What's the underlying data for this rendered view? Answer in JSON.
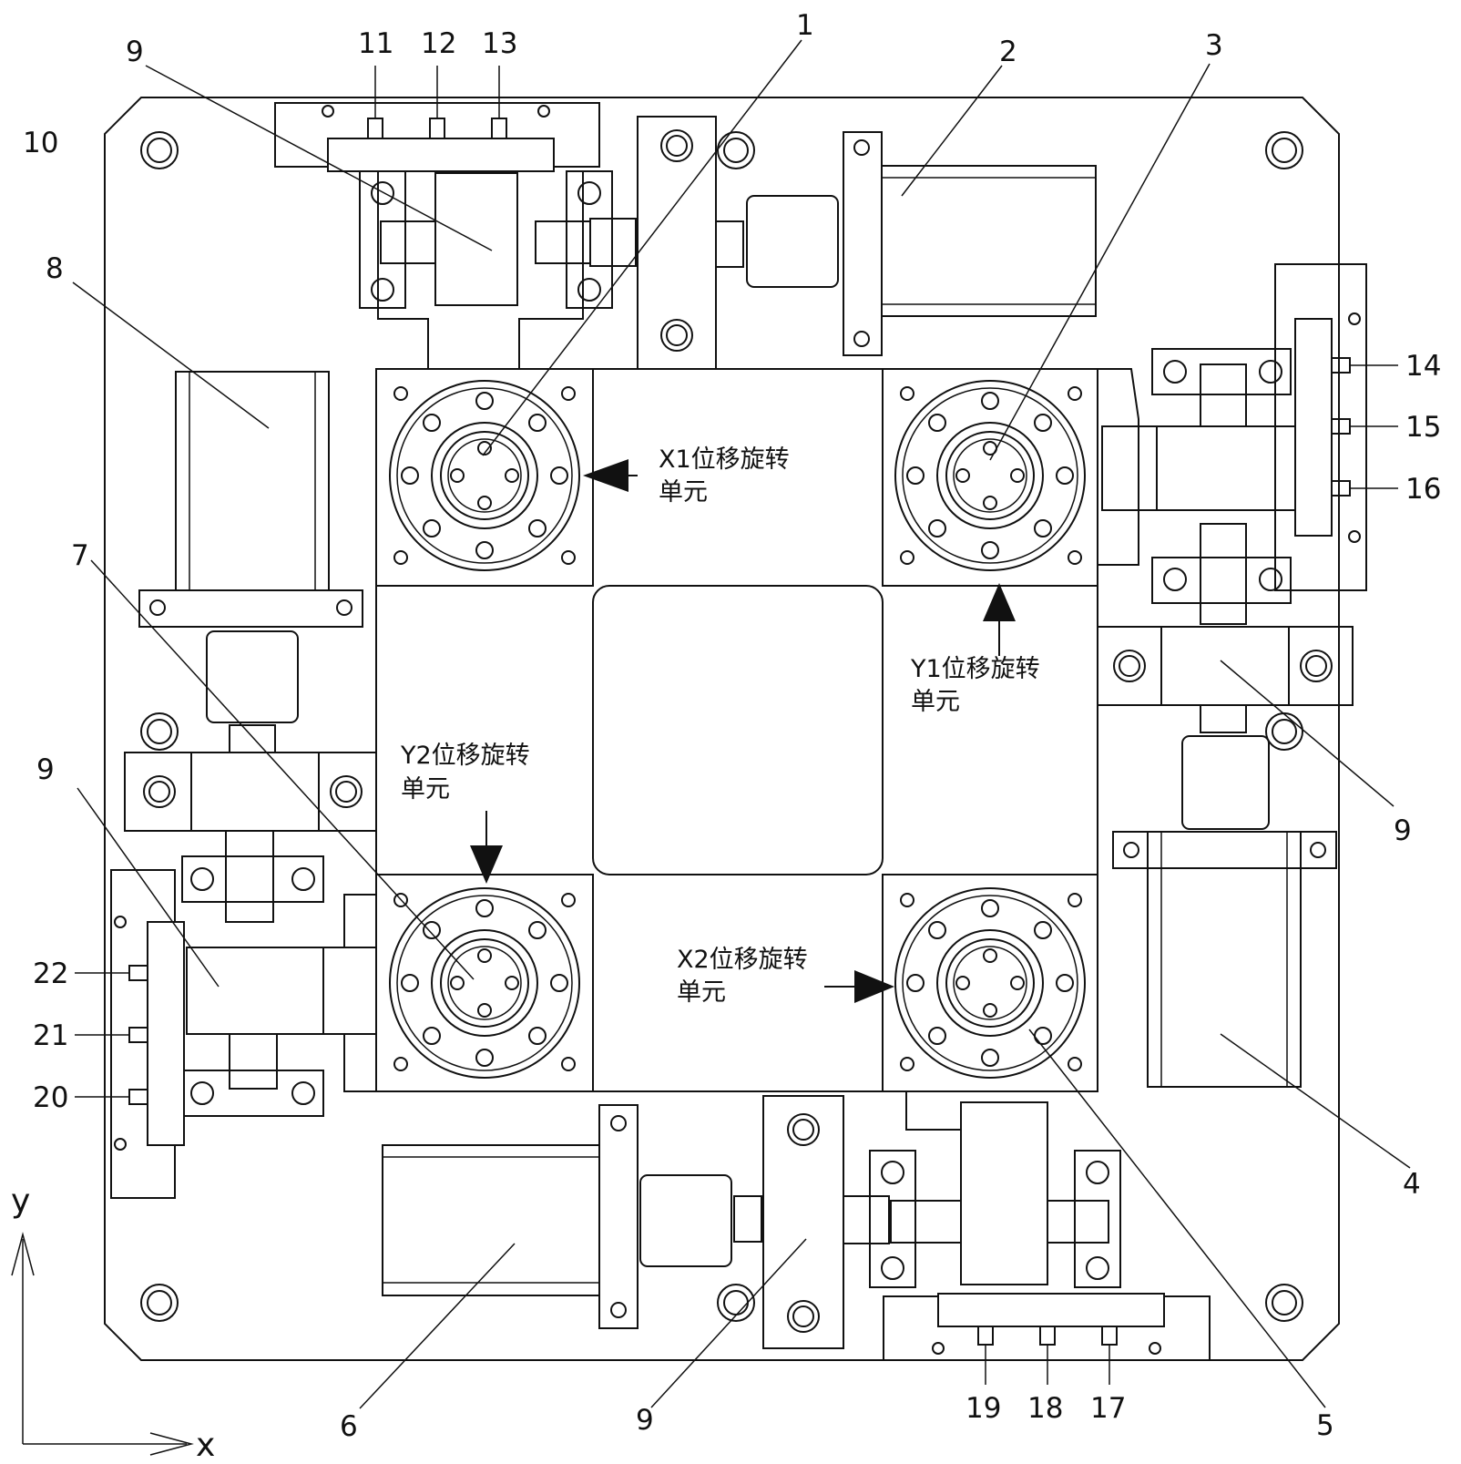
{
  "part_numbers": {
    "n1": "1",
    "n2": "2",
    "n3": "3",
    "n4": "4",
    "n5": "5",
    "n6": "6",
    "n7": "7",
    "n8": "8",
    "n9a": "9",
    "n9b": "9",
    "n9c": "9",
    "n9d": "9",
    "n10": "10",
    "n11": "11",
    "n12": "12",
    "n13": "13",
    "n14": "14",
    "n15": "15",
    "n16": "16",
    "n17": "17",
    "n18": "18",
    "n19": "19",
    "n20": "20",
    "n21": "21",
    "n22": "22"
  },
  "unit_labels": {
    "x1": {
      "line1": "X1位移旋转",
      "line2": "单元"
    },
    "y1": {
      "line1": "Y1位移旋转",
      "line2": "单元"
    },
    "y2": {
      "line1": "Y2位移旋转",
      "line2": "单元"
    },
    "x2": {
      "line1": "X2位移旋转",
      "line2": "单元"
    }
  },
  "axes": {
    "x": "x",
    "y": "y"
  }
}
